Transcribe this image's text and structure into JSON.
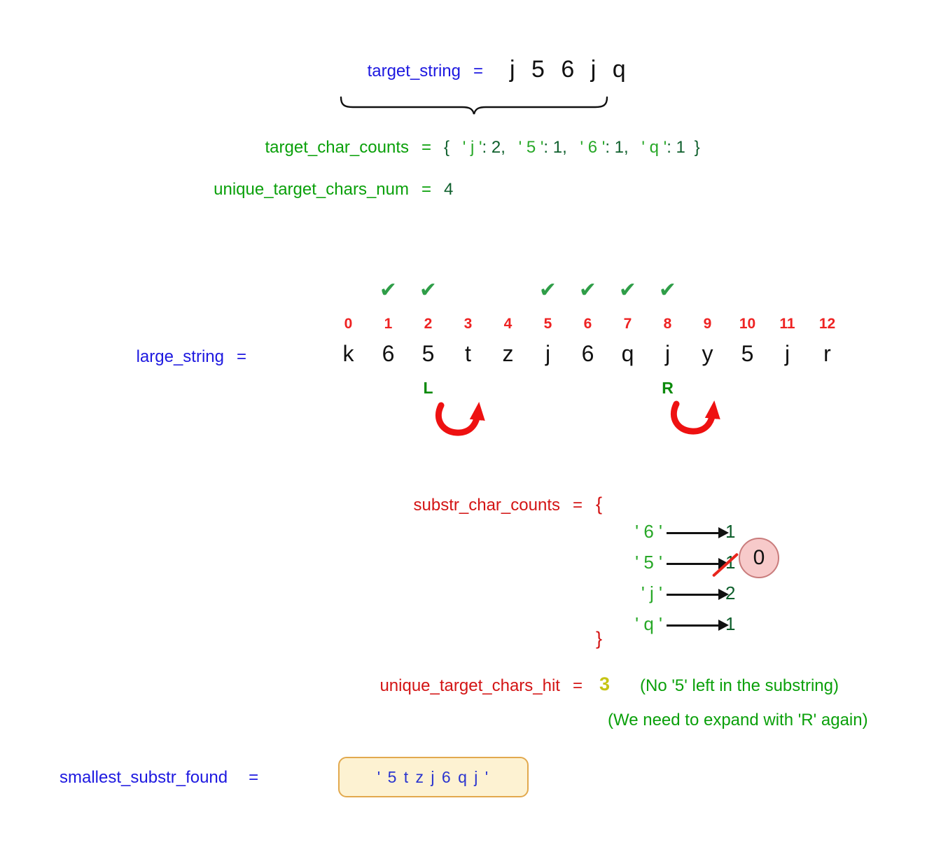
{
  "target_string_row": {
    "label": "target_string",
    "equals": "=",
    "value": "j 5 6 j q"
  },
  "target_counts_row": {
    "label": "target_char_counts",
    "equals": "=",
    "open": "{",
    "close": "}",
    "entries": [
      {
        "key": "' j '",
        "rest": ": 2,"
      },
      {
        "key": "' 5 '",
        "rest": ": 1,"
      },
      {
        "key": "' 6 '",
        "rest": ": 1,"
      },
      {
        "key": "' q '",
        "rest": ": 1"
      }
    ]
  },
  "unique_num_row": {
    "label": "unique_target_chars_num",
    "equals": "=",
    "value": "4"
  },
  "large_string_row": {
    "label": "large_string",
    "equals": "=",
    "check_glyph": "✔",
    "checked_indices": [
      1,
      2,
      5,
      6,
      7,
      8
    ],
    "indices": [
      "0",
      "1",
      "2",
      "3",
      "4",
      "5",
      "6",
      "7",
      "8",
      "9",
      "10",
      "11",
      "12"
    ],
    "chars": [
      "k",
      "6",
      "5",
      "t",
      "z",
      "j",
      "6",
      "q",
      "j",
      "y",
      "5",
      "j",
      "r"
    ],
    "left_pointer": "L",
    "right_pointer": "R"
  },
  "substr_counts": {
    "label": "substr_char_counts",
    "equals": "=",
    "open": "{",
    "close": "}",
    "rows": [
      {
        "key": "' 6 '",
        "value": "1"
      },
      {
        "key": "' 5 '",
        "value": "1",
        "corrected_value": "0"
      },
      {
        "key": "' j '",
        "value": "2"
      },
      {
        "key": "' q '",
        "value": "1"
      }
    ]
  },
  "unique_hit_row": {
    "label": "unique_target_chars_hit",
    "equals": "=",
    "value": "3",
    "note_line1": "(No '5' left in the substring)",
    "note_line2": "(We need to expand with 'R' again)"
  },
  "result_row": {
    "label": "smallest_substr_found",
    "equals": "=",
    "value": "' 5 t z j 6 q j '"
  },
  "colors": {
    "label_blue": "#1d18e0",
    "label_green": "#0aa00a",
    "dark_green_value": "#0e5f2c",
    "bright_green_key": "#28a828",
    "label_red": "#d31414",
    "index_red": "#ee2222",
    "check_green": "#2f9e48",
    "pointer_green": "#0c8a0c",
    "arrow_red": "#ee1111",
    "hit_yellow": "#c6c414",
    "result_box_bg": "#fdf2d2",
    "result_box_border": "#e2a94e",
    "zero_circle_bg": "#f7caca"
  }
}
